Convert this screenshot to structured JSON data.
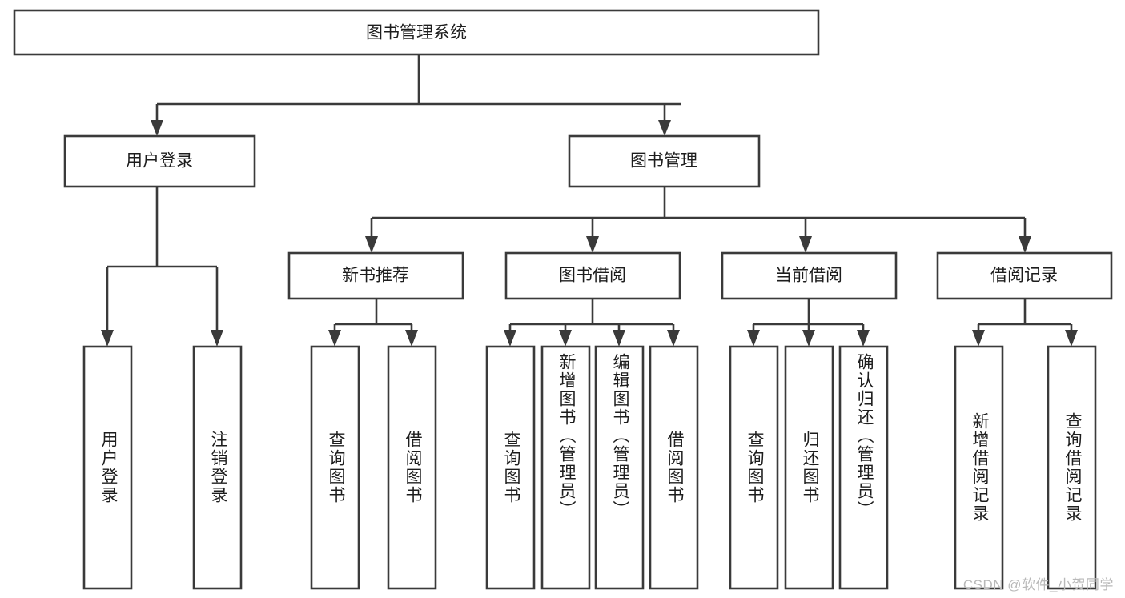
{
  "diagram": {
    "type": "hierarchy-tree",
    "title": "图书管理系统",
    "orientation": "top-down",
    "root": {
      "id": "root",
      "label": "图书管理系统"
    },
    "level2": [
      {
        "id": "user-login",
        "label": "用户登录"
      },
      {
        "id": "book-manage",
        "label": "图书管理"
      }
    ],
    "level3": [
      {
        "id": "new-book-recommend",
        "label": "新书推荐",
        "parent": "book-manage"
      },
      {
        "id": "book-borrow",
        "label": "图书借阅",
        "parent": "book-manage"
      },
      {
        "id": "current-borrow",
        "label": "当前借阅",
        "parent": "book-manage"
      },
      {
        "id": "borrow-record",
        "label": "借阅记录",
        "parent": "book-manage"
      }
    ],
    "leaves": [
      {
        "id": "leaf-user-login",
        "label": "用户登录",
        "parent": "user-login"
      },
      {
        "id": "leaf-logout",
        "label": "注销登录",
        "parent": "user-login"
      },
      {
        "id": "leaf-query-book-1",
        "label": "查询图书",
        "parent": "new-book-recommend"
      },
      {
        "id": "leaf-borrow-book-1",
        "label": "借阅图书",
        "parent": "new-book-recommend"
      },
      {
        "id": "leaf-query-book-2",
        "label": "查询图书",
        "parent": "book-borrow"
      },
      {
        "id": "leaf-add-book",
        "label": "新增图书（管理员）",
        "parent": "book-borrow"
      },
      {
        "id": "leaf-edit-book",
        "label": "编辑图书（管理员）",
        "parent": "book-borrow"
      },
      {
        "id": "leaf-borrow-book-2",
        "label": "借阅图书",
        "parent": "book-borrow"
      },
      {
        "id": "leaf-query-book-3",
        "label": "查询图书",
        "parent": "current-borrow"
      },
      {
        "id": "leaf-return-book",
        "label": "归还图书",
        "parent": "current-borrow"
      },
      {
        "id": "leaf-confirm-return",
        "label": "确认归还（管理员）",
        "parent": "current-borrow"
      },
      {
        "id": "leaf-add-record",
        "label": "新增借阅记录",
        "parent": "borrow-record"
      },
      {
        "id": "leaf-query-record",
        "label": "查询借阅记录",
        "parent": "borrow-record"
      }
    ]
  },
  "watermark": {
    "text": "CSDN @软件_小贺同学"
  },
  "colors": {
    "stroke": "#3a3a3a",
    "box_fill": "#ffffff",
    "text": "#1d1d1d",
    "background": "#ffffff",
    "watermark": "#b9b9b9"
  }
}
